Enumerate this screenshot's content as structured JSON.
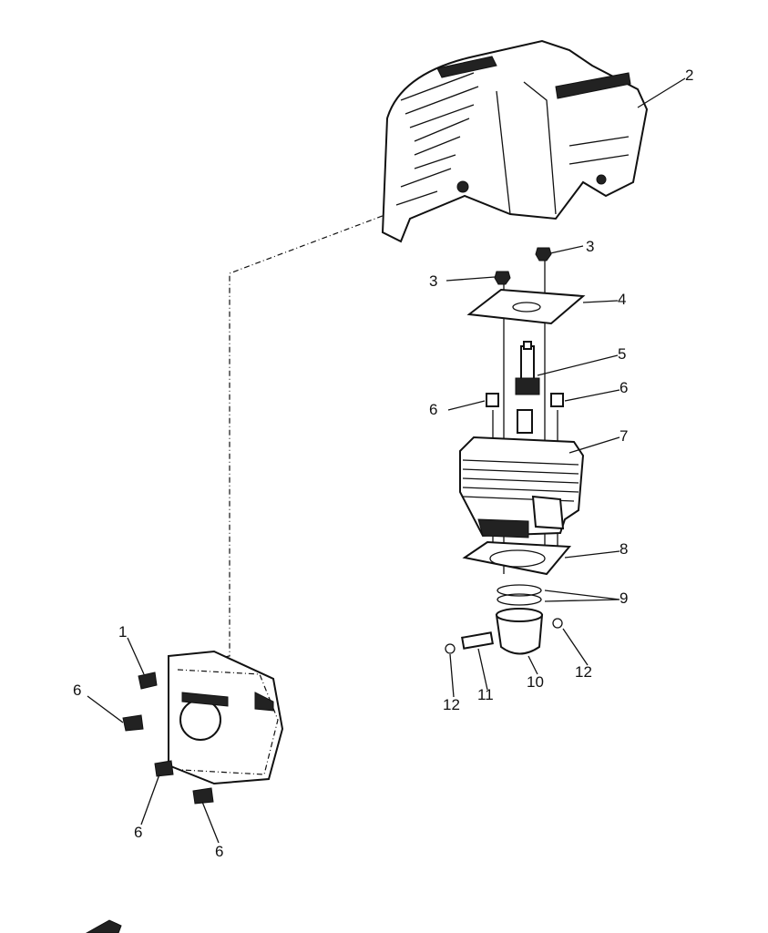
{
  "diagram": {
    "title": "Engine cylinder assembly exploded view",
    "callouts": {
      "c1": "1",
      "c2": "2",
      "c3a": "3",
      "c3b": "3",
      "c4": "4",
      "c5": "5",
      "c6a": "6",
      "c6b": "6",
      "c6c": "6",
      "c6d": "6",
      "c6e": "6",
      "c7": "7",
      "c8": "8",
      "c9": "9",
      "c10": "10",
      "c11": "11",
      "c12a": "12",
      "c12b": "12"
    }
  }
}
